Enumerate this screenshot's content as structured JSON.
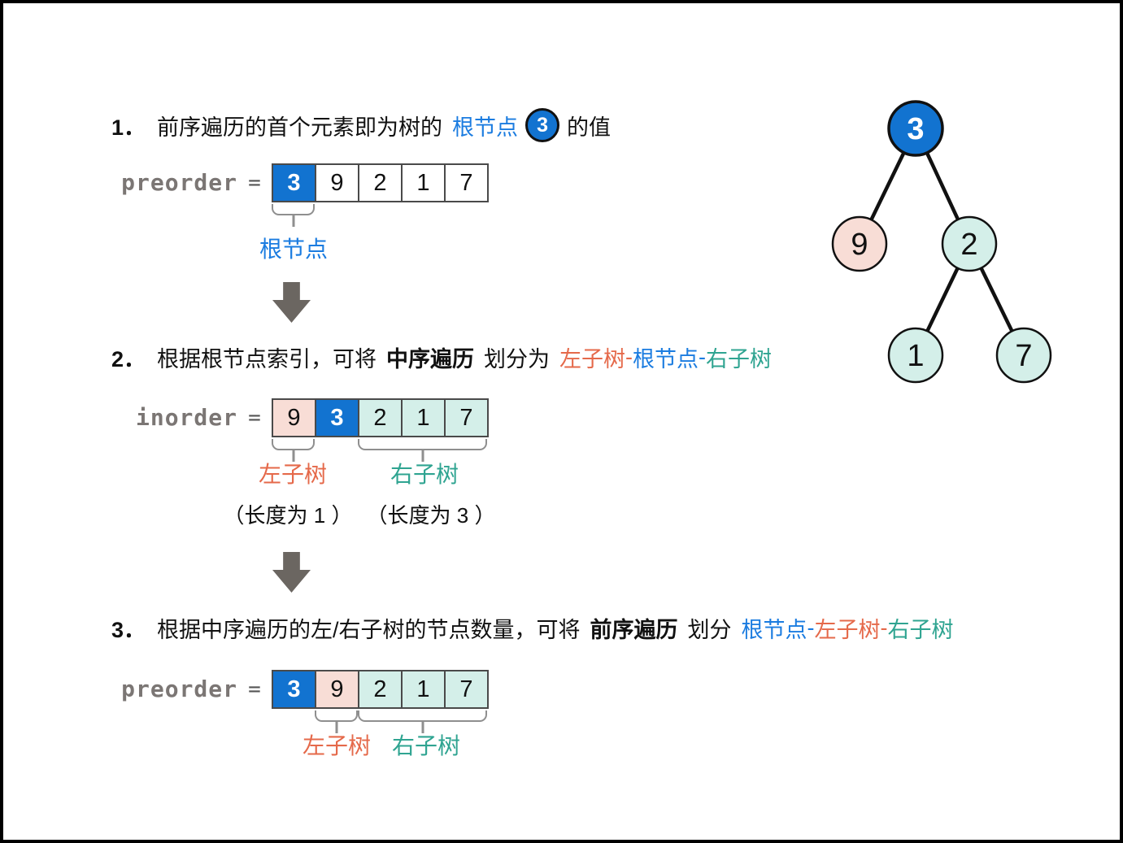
{
  "colors": {
    "root_blue_fill": "#1273d0",
    "blue_text": "#1b7ce0",
    "left_subtree_pink": "#f8ddd6",
    "right_subtree_teal": "#d4efe9",
    "orange_text": "#e5694a",
    "teal_text": "#2fa491",
    "label_gray": "#7b7674",
    "arrow_gray": "#6b6661"
  },
  "step1": {
    "num": "1．",
    "text_a": "前序遍历的首个元素即为树的",
    "root_label": "根节点",
    "badge": "3",
    "text_b": "的值"
  },
  "array1": {
    "label": "preorder",
    "eq": "=",
    "cells": [
      "3",
      "9",
      "2",
      "1",
      "7"
    ],
    "brace_label": "根节点"
  },
  "step2": {
    "num": "2．",
    "text_a": "根据根节点索引，可将",
    "bold": "中序遍历",
    "text_b": "划分为",
    "part_left": "左子树",
    "dash1": "-",
    "part_root": "根节点",
    "dash2": "-",
    "part_right": "右子树"
  },
  "array2": {
    "label": "inorder",
    "eq": "=",
    "cells": [
      "9",
      "3",
      "2",
      "1",
      "7"
    ],
    "brace_left": "左子树",
    "brace_right": "右子树"
  },
  "length_note": {
    "left": "（长度为 1 ）",
    "right": "（长度为 3 ）"
  },
  "step3": {
    "num": "3．",
    "text_a": "根据中序遍历的左/右子树的节点数量，可将",
    "bold": "前序遍历",
    "text_b": "划分",
    "part_root": "根节点",
    "dash1": "-",
    "part_left": "左子树",
    "dash2": "-",
    "part_right": "右子树"
  },
  "array3": {
    "label": "preorder",
    "eq": "=",
    "cells": [
      "3",
      "9",
      "2",
      "1",
      "7"
    ],
    "brace_left": "左子树",
    "brace_right": "右子树"
  },
  "tree": {
    "nodes": [
      {
        "v": "3"
      },
      {
        "v": "9"
      },
      {
        "v": "2"
      },
      {
        "v": "1"
      },
      {
        "v": "7"
      }
    ]
  }
}
